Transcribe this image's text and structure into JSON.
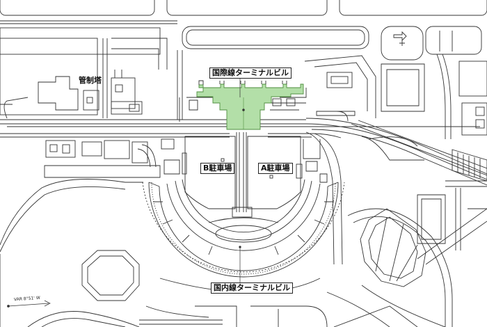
{
  "labels": {
    "international_terminal": "国際線ターミナルビル",
    "domestic_terminal": "国内線ターミナルビル",
    "control_tower": "管制塔",
    "parking_a": "A駐車場",
    "parking_b": "B駐車場"
  },
  "compass": {
    "text": "VAR 8°51' W"
  },
  "colors": {
    "international_terminal_fill": "#b3dfa8",
    "international_terminal_stroke": "#4f8f3f",
    "line": "#333333"
  }
}
